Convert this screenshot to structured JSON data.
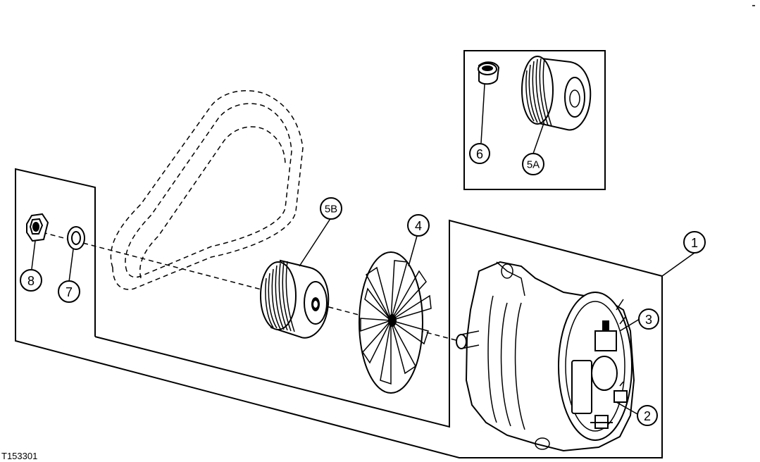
{
  "figure_id": "T153301",
  "callouts": {
    "c1": "1",
    "c2": "2",
    "c3": "3",
    "c4": "4",
    "c5a": "5A",
    "c5b": "5B",
    "c6": "6",
    "c7": "7",
    "c8": "8"
  }
}
